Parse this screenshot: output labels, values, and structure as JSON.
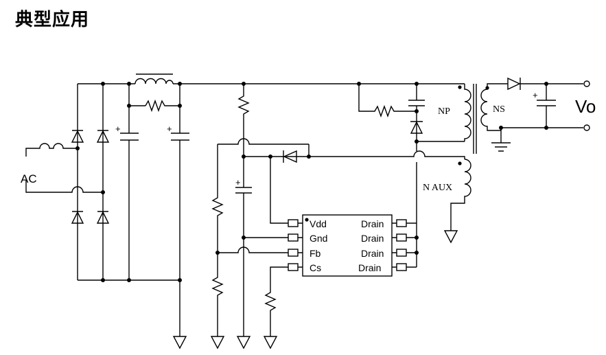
{
  "title": "典型应用",
  "labels": {
    "ac": "AC",
    "np": "NP",
    "ns": "NS",
    "naux": "N AUX",
    "vo": "Vo",
    "plus": "+"
  },
  "ic": {
    "pins_left": [
      "Vdd",
      "Gnd",
      "Fb",
      "Cs"
    ],
    "pins_right": [
      "Drain",
      "Drain",
      "Drain",
      "Drain"
    ]
  },
  "colors": {
    "line": "#000000",
    "background": "#ffffff"
  }
}
